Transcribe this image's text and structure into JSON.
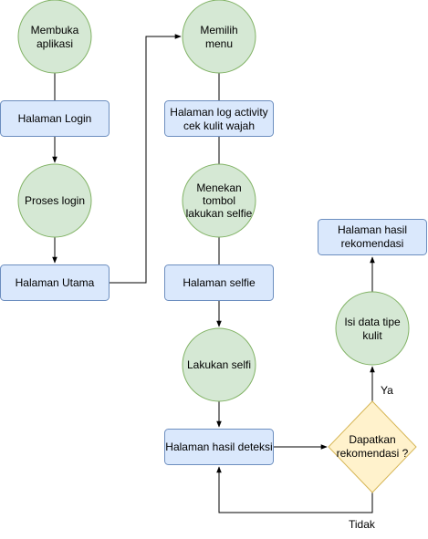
{
  "colors": {
    "circle_fill": "#d5e8d4",
    "circle_stroke": "#82b366",
    "box_fill": "#dae8fc",
    "box_stroke": "#6c8ebf",
    "diamond_fill": "#fff2cc",
    "diamond_stroke": "#d6b656",
    "edge": "#000000"
  },
  "nodes": {
    "membuka_aplikasi": [
      "Membuka",
      "aplikasi"
    ],
    "halaman_login": [
      "Halaman Login"
    ],
    "proses_login": [
      "Proses login"
    ],
    "halaman_utama": [
      "Halaman Utama"
    ],
    "memilih_menu": [
      "Memilih",
      "menu"
    ],
    "halaman_log_activity": [
      "Halaman log activity",
      "cek kulit wajah"
    ],
    "menekan_tombol": [
      "Menekan",
      "tombol",
      "lakukan selfie"
    ],
    "halaman_selfie": [
      "Halaman selfie"
    ],
    "lakukan_selfi": [
      "Lakukan selfi"
    ],
    "halaman_hasil_deteksi": [
      "Halaman hasil deteksi"
    ],
    "dapatkan_rekomendasi": [
      "Dapatkan",
      "rekomendasi ?"
    ],
    "isi_data_tipe_kulit": [
      "Isi data tipe",
      "kulit"
    ],
    "halaman_hasil_rekomendasi": [
      "Halaman hasil",
      "rekomendasi"
    ]
  },
  "edge_labels": {
    "ya": "Ya",
    "tidak": "Tidak"
  }
}
